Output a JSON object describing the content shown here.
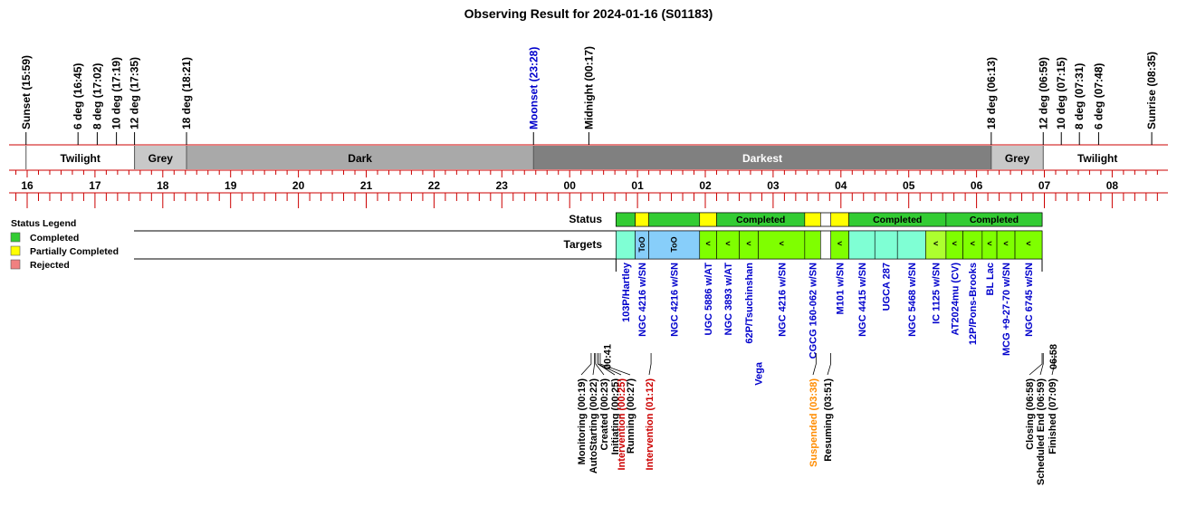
{
  "chart_data": {
    "type": "timeline",
    "title": "Observing Result for 2024-01-16 (S01183)",
    "time_range": [
      "15:46",
      "08:55"
    ],
    "hour_ticks": [
      "16",
      "17",
      "18",
      "19",
      "20",
      "21",
      "22",
      "23",
      "00",
      "01",
      "02",
      "03",
      "04",
      "05",
      "06",
      "07",
      "08"
    ],
    "top_events": [
      {
        "label": "Sunset (15:59)",
        "time": "15:59",
        "color": "#000000"
      },
      {
        "label": "6 deg (16:45)",
        "time": "16:45",
        "color": "#000000"
      },
      {
        "label": "8 deg (17:02)",
        "time": "17:02",
        "color": "#000000"
      },
      {
        "label": "10 deg (17:19)",
        "time": "17:19",
        "color": "#000000"
      },
      {
        "label": "12 deg (17:35)",
        "time": "17:35",
        "color": "#000000"
      },
      {
        "label": "18 deg (18:21)",
        "time": "18:21",
        "color": "#000000"
      },
      {
        "label": "Moonset (23:28)",
        "time": "23:28",
        "color": "#0000cc"
      },
      {
        "label": "Midnight (00:17)",
        "time": "00:17",
        "color": "#000000"
      },
      {
        "label": "18 deg (06:13)",
        "time": "06:13",
        "color": "#000000"
      },
      {
        "label": "12 deg (06:59)",
        "time": "06:59",
        "color": "#000000"
      },
      {
        "label": "10 deg (07:15)",
        "time": "07:15",
        "color": "#000000"
      },
      {
        "label": "8 deg (07:31)",
        "time": "07:31",
        "color": "#000000"
      },
      {
        "label": "6 deg (07:48)",
        "time": "07:48",
        "color": "#000000"
      },
      {
        "label": "Sunrise (08:35)",
        "time": "08:35",
        "color": "#000000"
      }
    ],
    "sky_bands": [
      {
        "label": "Twilight",
        "start": "15:59",
        "end": "17:35",
        "color": "#ffffff",
        "text_color": "#000000"
      },
      {
        "label": "Grey",
        "start": "17:35",
        "end": "18:21",
        "color": "#c8c8c8",
        "text_color": "#000000"
      },
      {
        "label": "Dark",
        "start": "18:21",
        "end": "23:28",
        "color": "#a9a9a9",
        "text_color": "#000000"
      },
      {
        "label": "Darkest",
        "start": "23:28",
        "end": "06:13",
        "color": "#808080",
        "text_color": "#ffffff"
      },
      {
        "label": "Grey",
        "start": "06:13",
        "end": "06:59",
        "color": "#c8c8c8",
        "text_color": "#000000"
      },
      {
        "label": "Twilight",
        "start": "06:59",
        "end": "08:35",
        "color": "#ffffff",
        "text_color": "#000000"
      }
    ],
    "legend": {
      "title": "Status Legend",
      "items": [
        {
          "label": "Completed",
          "color": "#33cc33"
        },
        {
          "label": "Partially Completed",
          "color": "#ffff00"
        },
        {
          "label": "Rejected",
          "color": "#f08080"
        }
      ]
    },
    "row_labels": {
      "status": "Status",
      "targets": "Targets"
    },
    "status_blocks": [
      {
        "start": "00:41",
        "end": "00:58",
        "status": "completed",
        "label": ""
      },
      {
        "start": "00:58",
        "end": "01:10",
        "status": "partial",
        "label": ""
      },
      {
        "start": "01:10",
        "end": "01:55",
        "status": "completed",
        "label": ""
      },
      {
        "start": "01:55",
        "end": "02:10",
        "status": "partial",
        "label": ""
      },
      {
        "start": "02:10",
        "end": "03:28",
        "status": "completed",
        "label": "Completed"
      },
      {
        "start": "03:28",
        "end": "03:42",
        "status": "partial",
        "label": ""
      },
      {
        "start": "03:51",
        "end": "04:07",
        "status": "partial",
        "label": ""
      },
      {
        "start": "04:07",
        "end": "05:33",
        "status": "completed",
        "label": "Completed"
      },
      {
        "start": "05:33",
        "end": "06:58",
        "status": "completed",
        "label": "Completed"
      }
    ],
    "targets": [
      {
        "name": "103P/Hartley",
        "start": "00:41",
        "end": "00:58",
        "color": "#7fffd4",
        "mark": ""
      },
      {
        "name": "NGC 4216 w/SN",
        "start": "00:58",
        "end": "01:10",
        "color": "#87cefa",
        "mark": "ToO"
      },
      {
        "name": "NGC 4216 w/SN",
        "start": "01:10",
        "end": "01:55",
        "color": "#87cefa",
        "mark": "ToO"
      },
      {
        "name": "UGC 5886 w/AT",
        "start": "01:55",
        "end": "02:10",
        "color": "#7fff00",
        "mark": "<"
      },
      {
        "name": "NGC 3893 w/AT",
        "start": "02:10",
        "end": "02:30",
        "color": "#7fff00",
        "mark": "<"
      },
      {
        "name": "62P/Tsuchinshan",
        "start": "02:30",
        "end": "02:47",
        "color": "#7fff00",
        "mark": "<"
      },
      {
        "name": "NGC 4216 w/SN",
        "start": "02:47",
        "end": "03:28",
        "color": "#7fff00",
        "mark": "<"
      },
      {
        "name": "CGCG 160-062 w/SN",
        "start": "03:28",
        "end": "03:42",
        "color": "#7fff00",
        "mark": ""
      },
      {
        "name": "M101 w/SN",
        "start": "03:51",
        "end": "04:07",
        "color": "#7fff00",
        "mark": "<"
      },
      {
        "name": "NGC 4415 w/SN",
        "start": "04:07",
        "end": "04:30",
        "color": "#7fffd4",
        "mark": ""
      },
      {
        "name": "UGCA 287",
        "start": "04:30",
        "end": "04:50",
        "color": "#7fffd4",
        "mark": ""
      },
      {
        "name": "NGC 5468 w/SN",
        "start": "04:50",
        "end": "05:15",
        "color": "#7fffd4",
        "mark": ""
      },
      {
        "name": "IC 1125 w/SN",
        "start": "05:15",
        "end": "05:33",
        "color": "#adff2f",
        "mark": "<"
      },
      {
        "name": "AT2024mu (CV)",
        "start": "05:33",
        "end": "05:48",
        "color": "#7fff00",
        "mark": "<"
      },
      {
        "name": "12P/Pons-Brooks",
        "start": "05:48",
        "end": "06:05",
        "color": "#7fff00",
        "mark": "<"
      },
      {
        "name": "BL Lac",
        "start": "06:05",
        "end": "06:18",
        "color": "#7fff00",
        "mark": "<"
      },
      {
        "name": "MCG +9-27-70 w/SN",
        "start": "06:18",
        "end": "06:34",
        "color": "#7fff00",
        "mark": "<"
      },
      {
        "name": "NGC 6745 w/SN",
        "start": "06:34",
        "end": "06:58",
        "color": "#7fff00",
        "mark": "<"
      }
    ],
    "range_labels": {
      "start": "00:41",
      "end": "06:58"
    },
    "extra_labels": [
      {
        "label": "Vega",
        "time": "02:47"
      }
    ],
    "bottom_events": [
      {
        "label": "Monitoring (00:19)",
        "time": "00:19",
        "color": "#000000"
      },
      {
        "label": "AutoStarting (00:22)",
        "time": "00:22",
        "color": "#000000"
      },
      {
        "label": "Created (00:23)",
        "time": "00:23",
        "color": "#000000"
      },
      {
        "label": "Initiating (00:25)",
        "time": "00:25",
        "color": "#000000"
      },
      {
        "label": "Intervention (00:25)",
        "time": "00:25",
        "color": "#cc0000"
      },
      {
        "label": "Running (00:27)",
        "time": "00:27",
        "color": "#000000"
      },
      {
        "label": "Intervention (01:12)",
        "time": "01:12",
        "color": "#cc0000"
      },
      {
        "label": "Suspended (03:38)",
        "time": "03:38",
        "color": "#ff8c00"
      },
      {
        "label": "Resuming (03:51)",
        "time": "03:51",
        "color": "#000000"
      },
      {
        "label": "Closing (06:58)",
        "time": "06:58",
        "color": "#000000"
      },
      {
        "label": "Scheduled End (06:59)",
        "time": "06:59",
        "color": "#000000"
      },
      {
        "label": "Finished (07:09)",
        "time": "07:09",
        "color": "#000000"
      }
    ],
    "colors": {
      "axis": "#cc0000",
      "target_text": "#0000cc",
      "completed": "#33cc33",
      "partial": "#ffff00",
      "rejected": "#f08080"
    }
  }
}
